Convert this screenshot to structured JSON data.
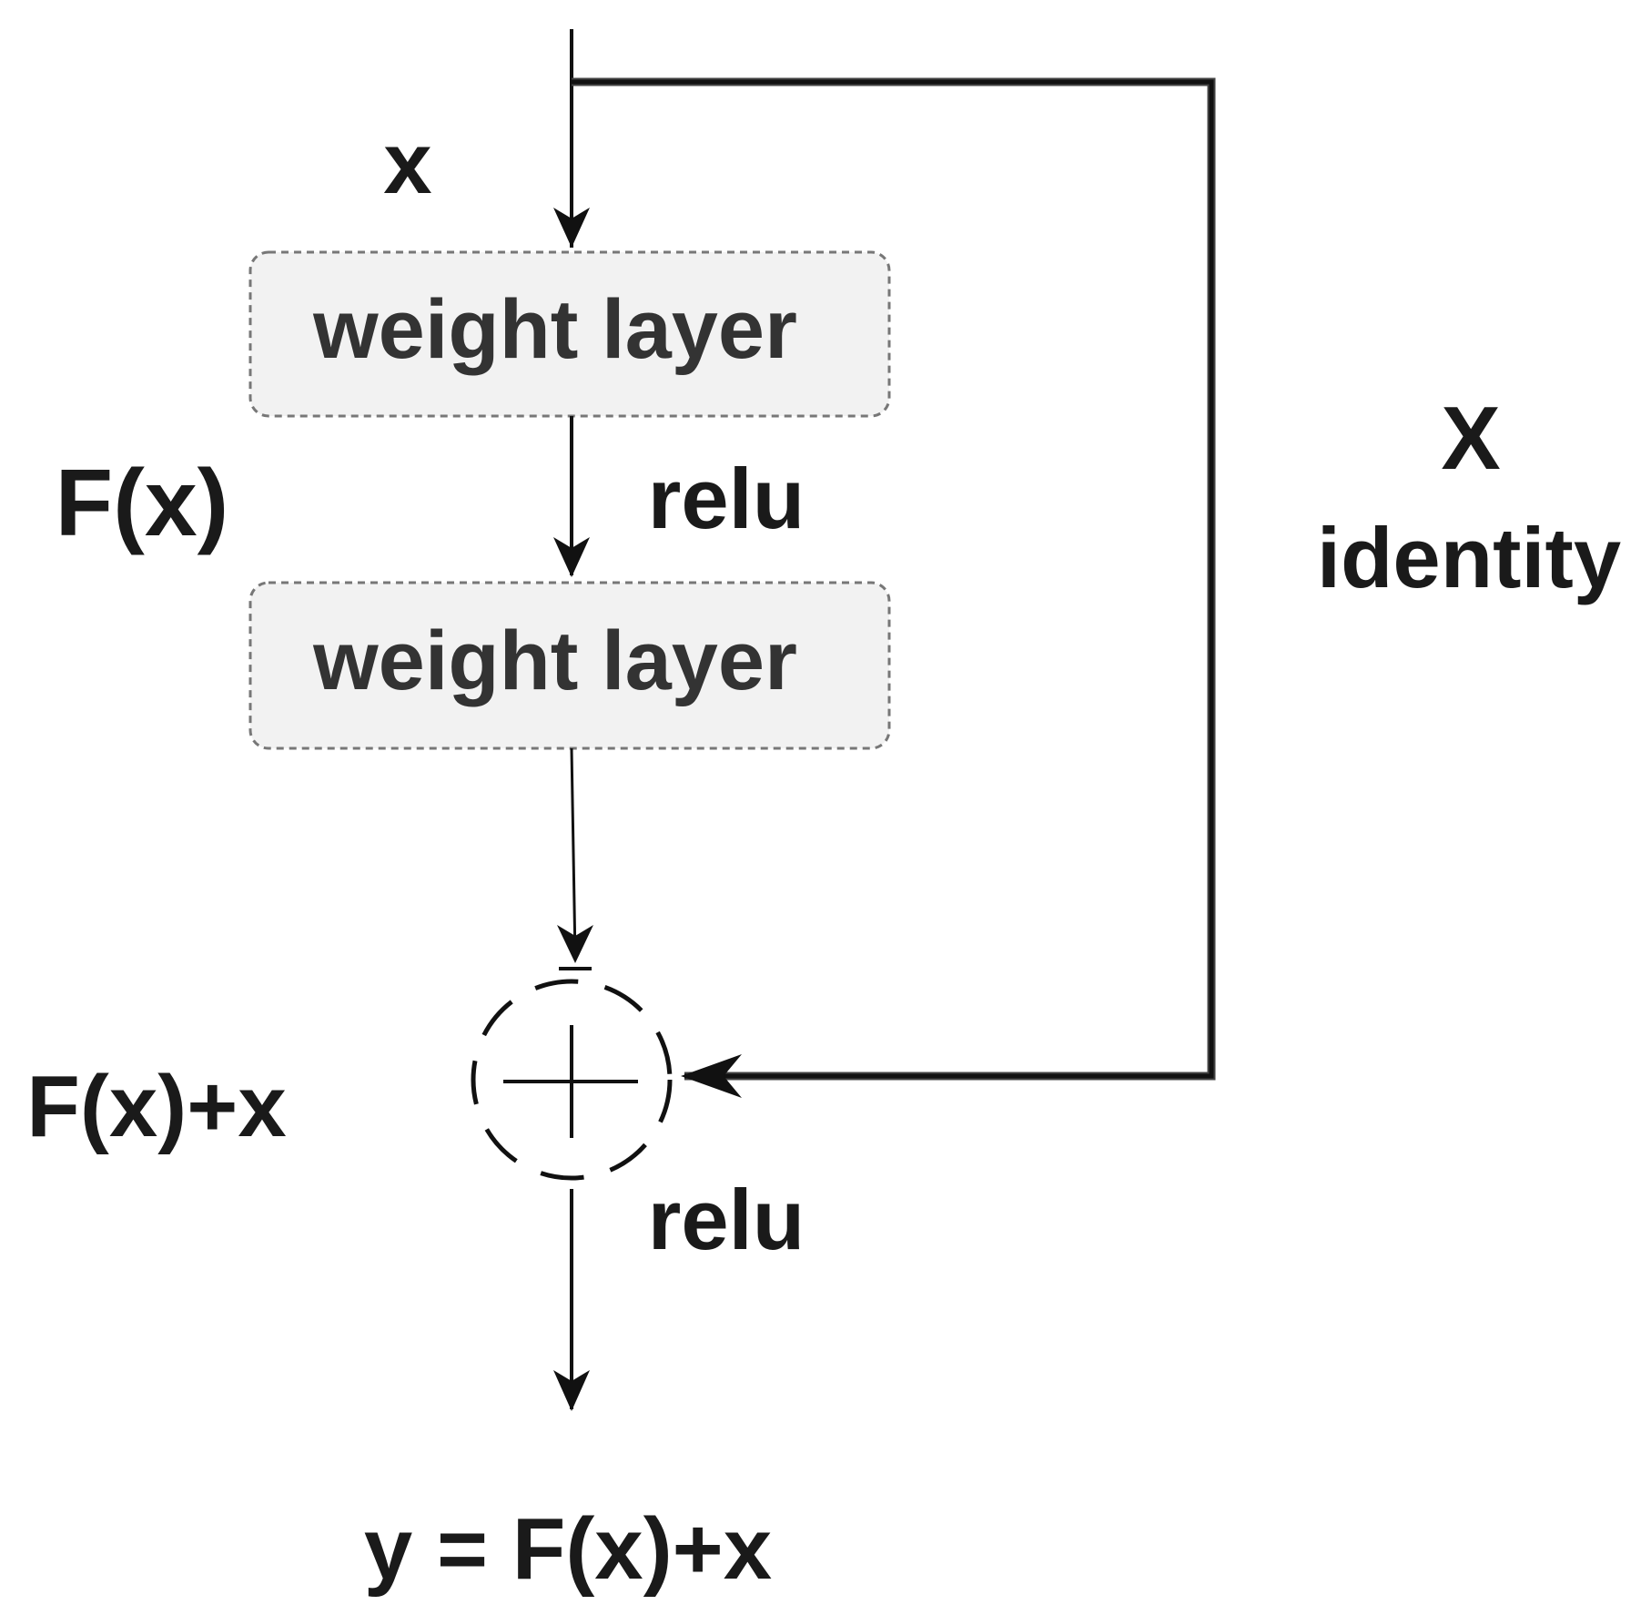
{
  "input_label": "x",
  "layer1": {
    "label": "weight layer"
  },
  "layer2": {
    "label": "weight layer"
  },
  "activation_1": "relu",
  "residual_label": "F(x)",
  "identity": {
    "symbol": "X",
    "label": "identity"
  },
  "sum_label": "F(x)+x",
  "activation_2": "relu",
  "output_label": "y = F(x)+x",
  "colors": {
    "stroke": "#111111",
    "box_fill": "#f2f2f2",
    "box_border": "#777777",
    "text": "#1a1a1a"
  }
}
